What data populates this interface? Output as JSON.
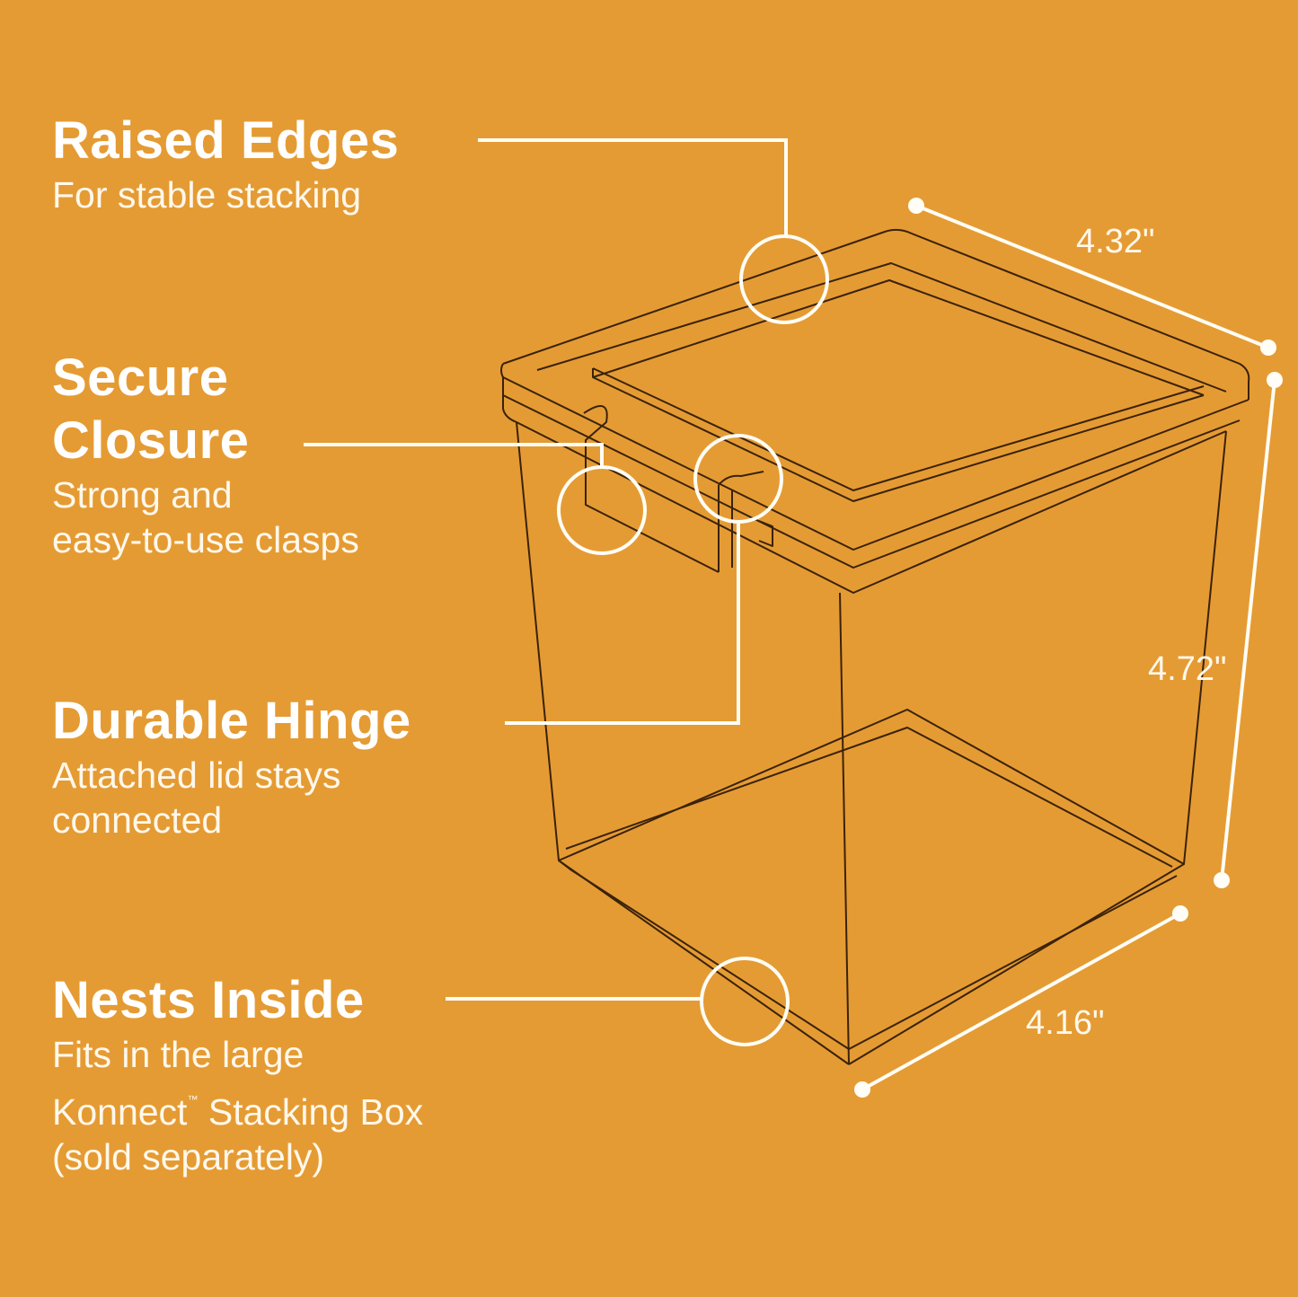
{
  "colors": {
    "background": "#E59B33",
    "text": "#FFFFFF",
    "outline": "#3A220A",
    "callout": "#FFFDF5"
  },
  "features": [
    {
      "title": "Raised Edges",
      "description": [
        "For stable stacking"
      ]
    },
    {
      "title_lines": [
        "Secure",
        "Closure"
      ],
      "description": [
        "Strong and",
        "easy-to-use clasps"
      ]
    },
    {
      "title": "Durable Hinge",
      "description": [
        "Attached lid stays",
        "connected"
      ]
    },
    {
      "title": "Nests Inside",
      "description": [
        "Fits in the large",
        "Konnect",
        "™",
        " Stacking Box",
        "(sold separately)"
      ]
    }
  ],
  "dimensions": {
    "width": "4.32\"",
    "height": "4.72\"",
    "depth": "4.16\""
  },
  "icons": {
    "callout_marker": "circle-callout-icon",
    "dimension_endpoint": "dot-endpoint-icon"
  }
}
